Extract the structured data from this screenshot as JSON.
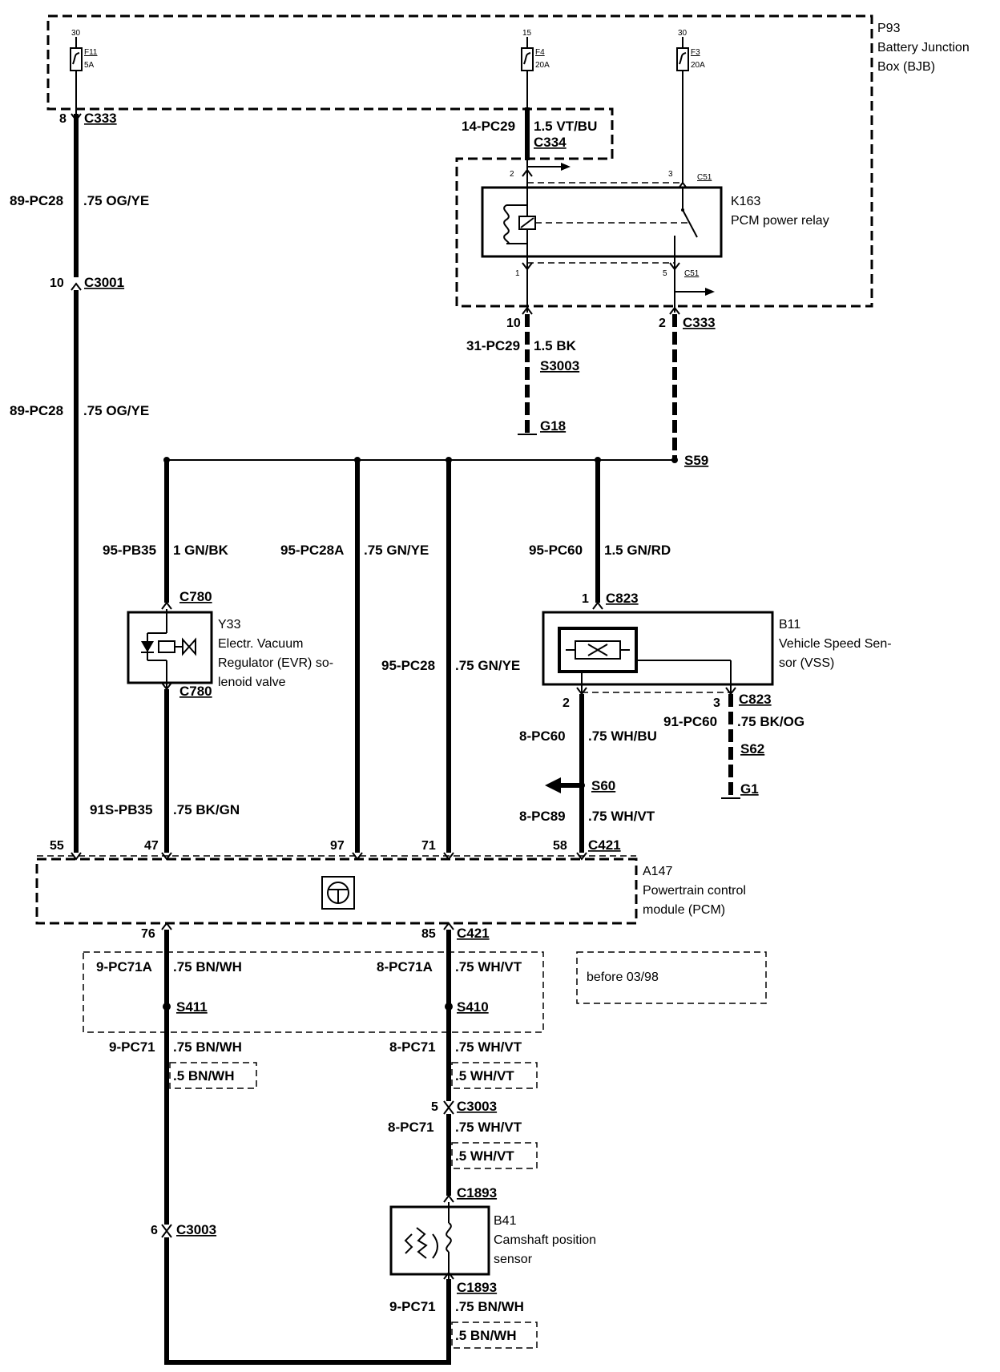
{
  "modules": {
    "bjb": {
      "code": "P93",
      "line1": "Battery Junction",
      "line2": "Box (BJB)"
    },
    "relay": {
      "code": "K163",
      "line1": "PCM power relay"
    },
    "evr": {
      "code": "Y33",
      "line1": "Electr. Vacuum",
      "line2": "Regulator (EVR) so-",
      "line3": "lenoid valve"
    },
    "vss": {
      "code": "B11",
      "line1": "Vehicle Speed Sen-",
      "line2": "sor (VSS)"
    },
    "pcm": {
      "code": "A147",
      "line1": "Powertrain control",
      "line2": "module (PCM)"
    },
    "cmp": {
      "code": "B41",
      "line1": "Camshaft position",
      "line2": "sensor"
    },
    "note": "before 03/98"
  },
  "fuses": [
    {
      "terminal": "30",
      "name": "F11",
      "rating": "5A"
    },
    {
      "terminal": "15",
      "name": "F4",
      "rating": "20A"
    },
    {
      "terminal": "30",
      "name": "F3",
      "rating": "20A"
    }
  ],
  "wires": {
    "w1": {
      "circuit": "89-PC28",
      "spec": ".75 OG/YE"
    },
    "w2": {
      "circuit": "89-PC28",
      "spec": ".75 OG/YE"
    },
    "w3": {
      "circuit": "14-PC29",
      "spec": "1.5 VT/BU"
    },
    "w4": {
      "circuit": "31-PC29",
      "spec": "1.5 BK"
    },
    "w5": {
      "circuit": "95-PB35",
      "spec": "1 GN/BK"
    },
    "w6": {
      "circuit": "95-PC28A",
      "spec": ".75 GN/YE"
    },
    "w7": {
      "circuit": "95-PC60",
      "spec": "1.5 GN/RD"
    },
    "w8": {
      "circuit": "95-PC28",
      "spec": ".75 GN/YE"
    },
    "w9": {
      "circuit": "91-PC60",
      "spec": ".75 BK/OG"
    },
    "w10": {
      "circuit": "8-PC60",
      "spec": ".75 WH/BU"
    },
    "w11": {
      "circuit": "91S-PB35",
      "spec": ".75 BK/GN"
    },
    "w12": {
      "circuit": "8-PC89",
      "spec": ".75 WH/VT"
    },
    "w13": {
      "circuit": "9-PC71A",
      "spec": ".75 BN/WH"
    },
    "w14": {
      "circuit": "8-PC71A",
      "spec": ".75 WH/VT"
    },
    "w15": {
      "circuit": "9-PC71",
      "spec": ".75 BN/WH",
      "alt": ".5 BN/WH"
    },
    "w16": {
      "circuit": "8-PC71",
      "spec": ".75 WH/VT",
      "alt": ".5 WH/VT"
    },
    "w17": {
      "circuit": "8-PC71",
      "spec": ".75 WH/VT",
      "alt": ".5 WH/VT"
    },
    "w18": {
      "circuit": "9-PC71",
      "spec": ".75 BN/WH",
      "alt": ".5 BN/WH"
    }
  },
  "connectors": {
    "c333a": {
      "pin": "8",
      "name": "C333"
    },
    "c334": {
      "name": "C334"
    },
    "c3001": {
      "pin": "10",
      "name": "C3001"
    },
    "c51a": {
      "pin2": "2",
      "pin3": "3",
      "name": "C51"
    },
    "c51b": {
      "pin1": "1",
      "pin5": "5",
      "name": "C51"
    },
    "c333b": {
      "pin10": "10",
      "pin2": "2",
      "name": "C333"
    },
    "s3003": "S3003",
    "g18": "G18",
    "s59": "S59",
    "c780a": "C780",
    "c780b": "C780",
    "c823a": {
      "pin": "1",
      "name": "C823"
    },
    "c823b": {
      "pin2": "2",
      "pin3": "3",
      "name": "C823"
    },
    "s62": "S62",
    "g1": "G1",
    "s60": "S60",
    "c421a": {
      "p55": "55",
      "p47": "47",
      "p97": "97",
      "p71": "71",
      "p58": "58",
      "name": "C421"
    },
    "c421b": {
      "p76": "76",
      "p85": "85",
      "name": "C421"
    },
    "s411": "S411",
    "s410": "S410",
    "c3003a": {
      "pin": "5",
      "name": "C3003"
    },
    "c3003b": {
      "pin": "6",
      "name": "C3003"
    },
    "c1893a": "C1893",
    "c1893b": "C1893"
  }
}
